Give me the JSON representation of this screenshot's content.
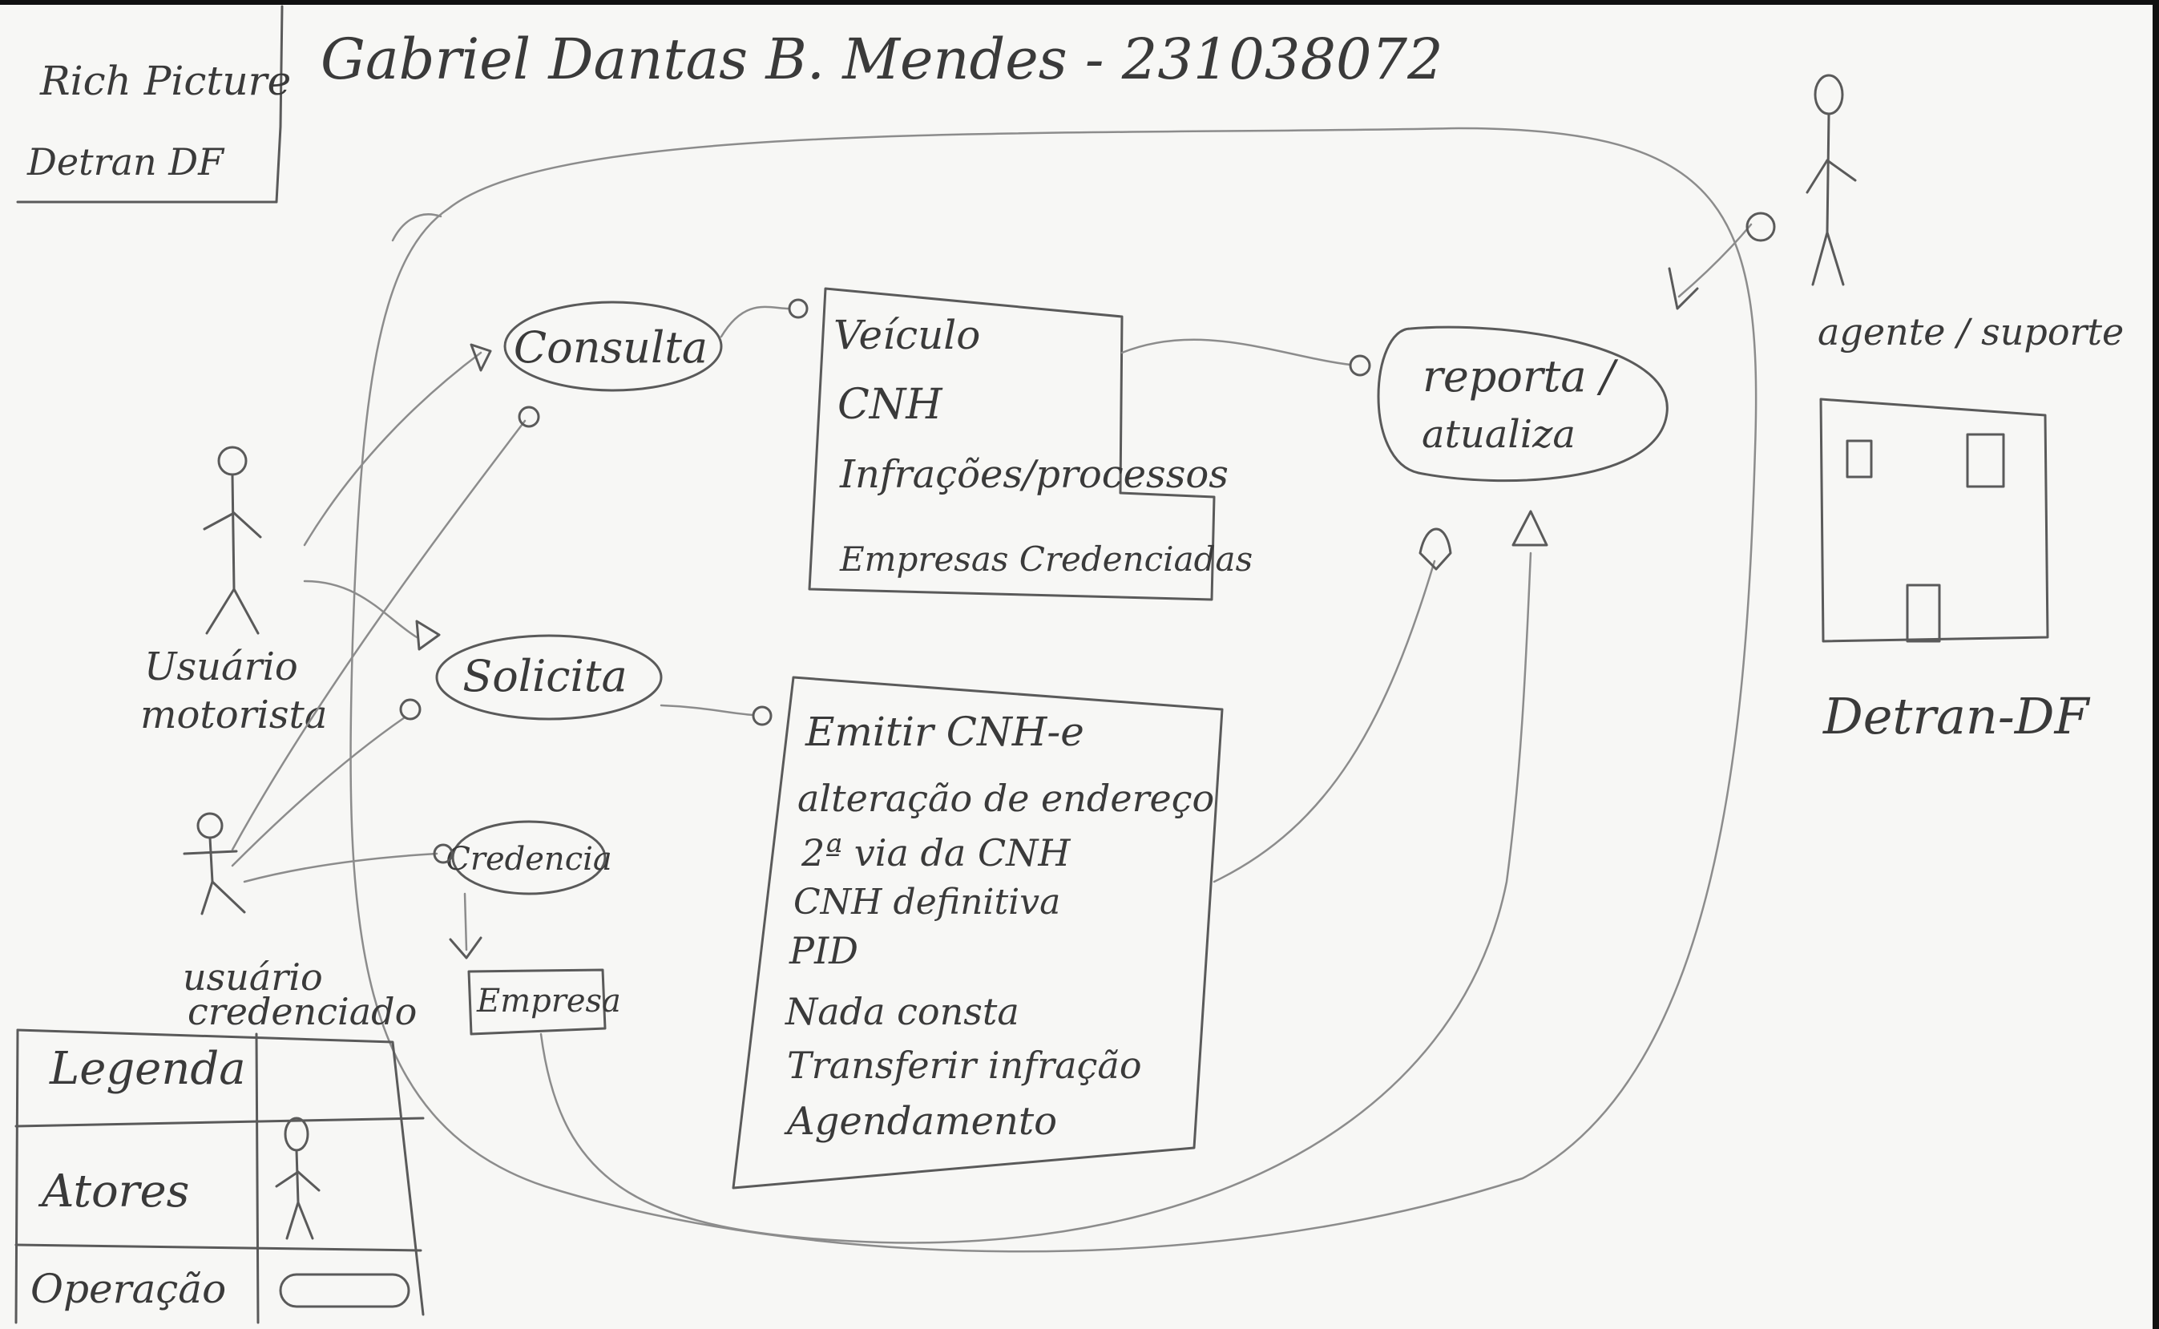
{
  "header": {
    "title_box_line1": "Rich Picture",
    "title_box_line2": "Detran DF",
    "author": "Gabriel Dantas B. Mendes - 231038072"
  },
  "actors": {
    "motorista": [
      "Usuário",
      "motorista"
    ],
    "credenciado": [
      "usuário",
      "credenciado"
    ],
    "agente": "agente / suporte"
  },
  "operations": {
    "consulta": "Consulta",
    "solicita": "Solicita",
    "credencia": "Credencia",
    "reporta": [
      "reporta /",
      "atualiza"
    ]
  },
  "boxes": {
    "consulta_items": [
      "Veículo",
      "CNH",
      "Infrações/processos",
      "Empresas Credenciadas"
    ],
    "solicita_items": [
      "Emitir CNH-e",
      "alteração de endereço",
      "2ª via da CNH",
      "CNH definitiva",
      "PID",
      "Nada consta",
      "Transferir infração",
      "Agendamento"
    ],
    "empresa": "Empresa"
  },
  "building": {
    "label": "Detran-DF"
  },
  "legend": {
    "title": "Legenda",
    "rows": [
      {
        "label": "Atores",
        "symbol": "stick-figure"
      },
      {
        "label": "Operação",
        "symbol": "oval"
      }
    ]
  },
  "colors": {
    "paper": "#f7f7f5",
    "ink": "#5a5a5a",
    "text": "#3a3a3a",
    "edge": "#111111"
  }
}
